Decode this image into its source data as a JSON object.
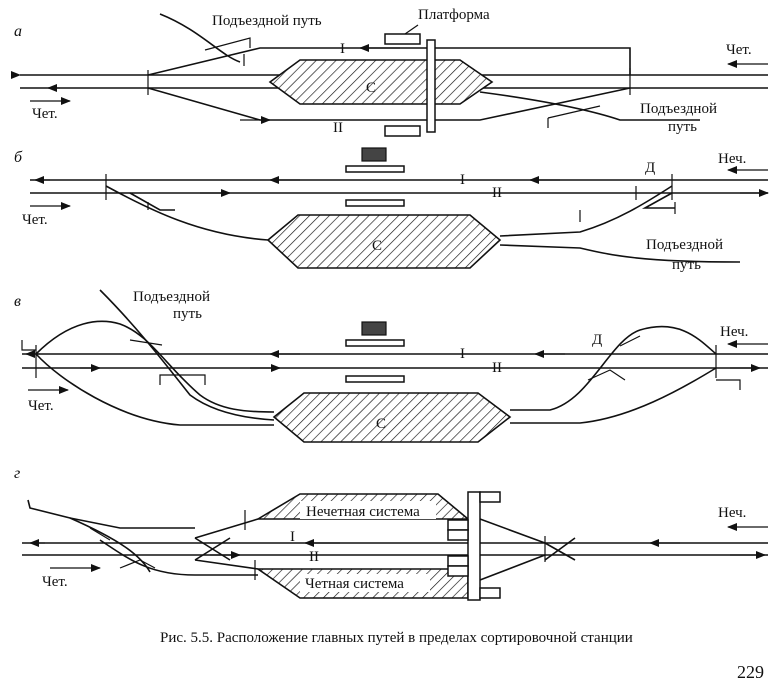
{
  "panels": {
    "a": {
      "letter": "а",
      "siding_label": "Подъездной путь",
      "platform_label": "Платформа",
      "track_I": "I",
      "track_II": "II",
      "yard_label": "С",
      "even_left": "Чет.",
      "even_right": "Чет.",
      "siding2_line1": "Подъездной",
      "siding2_line2": "путь"
    },
    "b": {
      "letter": "б",
      "track_I": "I",
      "track_II": "II",
      "yard_label": "С",
      "depot_label": "Д",
      "odd_right": "Неч.",
      "even_left": "Чет.",
      "siding_line1": "Подъездной",
      "siding_line2": "путь"
    },
    "v": {
      "letter": "в",
      "siding_line1": "Подъездной",
      "siding_line2": "путь",
      "track_I": "I",
      "track_II": "II",
      "yard_label": "С",
      "depot_label": "Д",
      "odd_right": "Неч.",
      "even_left": "Чет."
    },
    "g": {
      "letter": "г",
      "odd_system": "Нечетная система",
      "even_system": "Четная система",
      "track_I": "I",
      "track_II": "II",
      "odd_right": "Неч.",
      "even_left": "Чет."
    }
  },
  "caption": "Рис. 5.5. Расположение главных путей в пределах сортировочной станции",
  "page_number": "229"
}
